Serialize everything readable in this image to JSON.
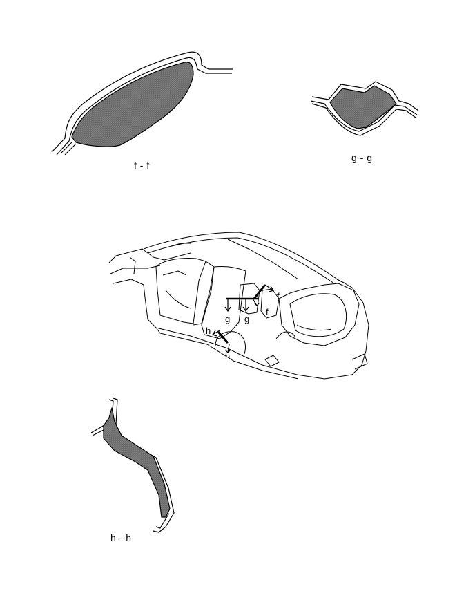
{
  "sections": {
    "ff": {
      "label": "f - f"
    },
    "gg": {
      "label": "g - g"
    },
    "hh": {
      "label": "h - h"
    }
  },
  "callouts": {
    "f1": "f",
    "f2": "f",
    "g1": "g",
    "g2": "g",
    "h1": "h",
    "h2": "h"
  },
  "colors": {
    "fill": "#707070",
    "stroke": "#000000",
    "paper": "#ffffff"
  }
}
